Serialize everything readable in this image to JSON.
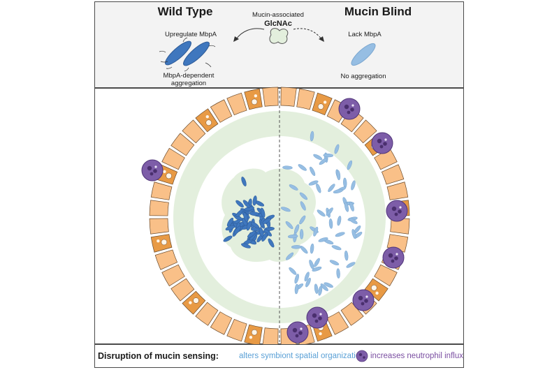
{
  "header": {
    "left_title": "Wild Type",
    "right_title": "Mucin Blind",
    "center_line1": "Mucin-associated",
    "center_line2": "GlcNAc",
    "left_sub": "Upregulate MbpA",
    "right_sub": "Lack MbpA",
    "left_caption_line1": "MbpA-dependent",
    "left_caption_line2": "aggregation",
    "right_caption": "No aggregation"
  },
  "legend": {
    "title": "Disruption of mucin sensing:",
    "item1": "alters symbiont spatial organization",
    "item2": "increases neutrophil influx"
  },
  "colors": {
    "epithelial_cell": "#f9c088",
    "goblet_cell": "#e89a45",
    "mucus_layer": "#e3efdd",
    "aggregated_bacteria": "#3f77be",
    "dispersed_bacteria": "#96bee3",
    "neutrophil": "#7d5da8",
    "neutrophil_legend_text": "#7a4ea1",
    "symbiont_legend_text": "#5aa0d6"
  },
  "icons": [
    "glcnac-blob-icon",
    "curved-arrow-left-icon",
    "dashed-arrow-right-icon",
    "bacterium-icon",
    "neutrophil-icon"
  ]
}
